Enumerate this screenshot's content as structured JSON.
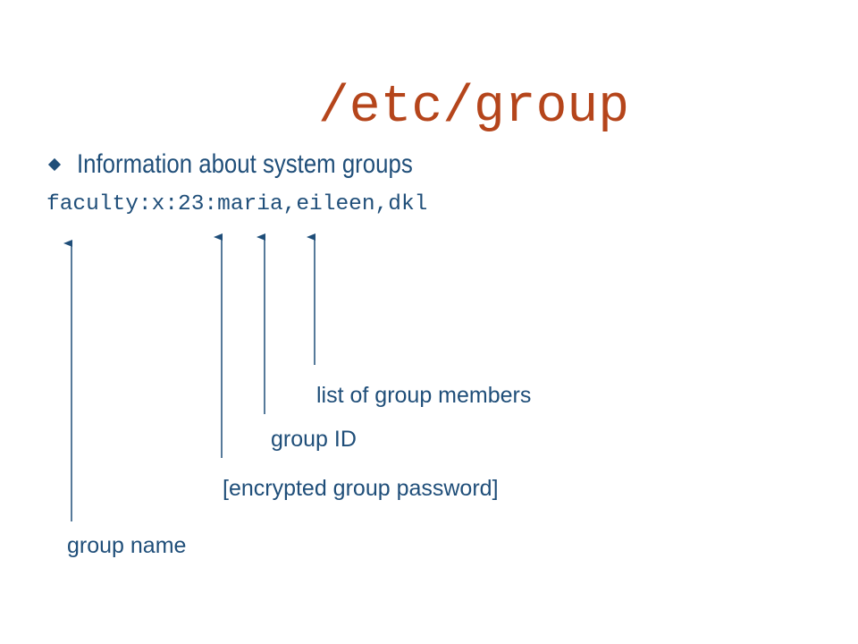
{
  "slide": {
    "title": "/etc/group",
    "bullet": "Information about system groups",
    "record": "faculty:x:23:maria,eileen,dkl",
    "fields": [
      {
        "id": "members",
        "label": "list of group members"
      },
      {
        "id": "gid",
        "label": "group ID"
      },
      {
        "id": "password",
        "label": "[encrypted group password]"
      },
      {
        "id": "name",
        "label": "group name"
      }
    ]
  },
  "colors": {
    "title": "#b5451b",
    "text": "#1f4e79",
    "arrow": "#1f4e79"
  }
}
